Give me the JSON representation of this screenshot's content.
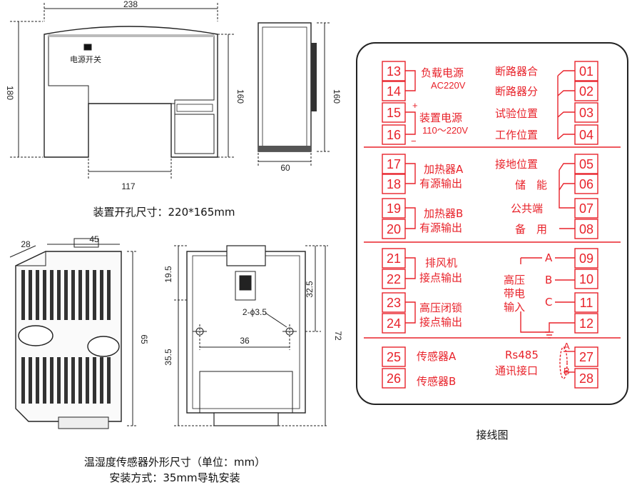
{
  "device": {
    "dim_width": "238",
    "dim_height_left": "180",
    "dim_height_mid": "160",
    "dim_height_right": "160",
    "dim_bottom": "117",
    "dim_side_width": "60",
    "switch_label": "电源开关",
    "caption": "装置开孔尺寸：220*165mm"
  },
  "sensor": {
    "dim_depth": "28",
    "dim_width": "45",
    "dim_height_iso": "65",
    "dim_top": "19.5",
    "dim_upper": "32.5",
    "dim_lower": "35.5",
    "dim_total": "72",
    "dim_hole_spacing": "36",
    "hole_label": "2-ϕ3.5",
    "caption_line1": "温湿度传感器外形尺寸（单位：mm）",
    "caption_line2": "安装方式：35mm导轨安装"
  },
  "wiring": {
    "caption": "接线图",
    "left_terminals": [
      {
        "num": "13"
      },
      {
        "num": "14"
      },
      {
        "num": "15"
      },
      {
        "num": "16"
      },
      {
        "num": "17"
      },
      {
        "num": "18"
      },
      {
        "num": "19"
      },
      {
        "num": "20"
      },
      {
        "num": "21"
      },
      {
        "num": "22"
      },
      {
        "num": "23"
      },
      {
        "num": "24"
      },
      {
        "num": "25"
      },
      {
        "num": "26"
      }
    ],
    "right_terminals": [
      {
        "num": "01"
      },
      {
        "num": "02"
      },
      {
        "num": "03"
      },
      {
        "num": "04"
      },
      {
        "num": "05"
      },
      {
        "num": "06"
      },
      {
        "num": "07"
      },
      {
        "num": "08"
      },
      {
        "num": "09"
      },
      {
        "num": "10"
      },
      {
        "num": "11"
      },
      {
        "num": "12"
      },
      {
        "num": "27"
      },
      {
        "num": "28"
      }
    ],
    "left_labels": {
      "load_power": "负载电源",
      "load_voltage": "AC220V",
      "dev_power": "装置电源",
      "dev_voltage": "110～220V",
      "plus": "+",
      "minus": "−",
      "heater_a": "加热器A",
      "heater_a_sub": "有源输出",
      "heater_b": "加热器B",
      "heater_b_sub": "有源输出",
      "fan": "排风机",
      "fan_sub": "接点输出",
      "hv_lock": "高压闭锁",
      "hv_lock_sub": "接点输出",
      "sensor_a": "传感器A",
      "sensor_b": "传感器B"
    },
    "right_labels": {
      "breaker_close": "断路器合",
      "breaker_open": "断路器分",
      "test_pos": "试验位置",
      "work_pos": "工作位置",
      "ground_pos": "接地位置",
      "storage": "储　能",
      "common": "公共端",
      "spare": "备　用",
      "hv_line1": "高压",
      "hv_line2": "带电",
      "hv_line3": "输入",
      "phase_a": "A",
      "phase_b": "B",
      "phase_c": "C",
      "rs485": "Rs485",
      "comm_port": "通讯接口",
      "bus_a": "A",
      "bus_b": "B"
    }
  }
}
